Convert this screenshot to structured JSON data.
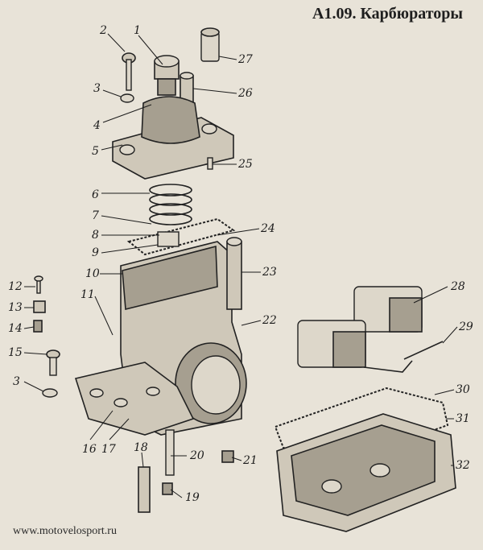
{
  "title": "А1.09. Карбюраторы",
  "footer": "www.motovelosport.ru",
  "callouts": [
    "1",
    "2",
    "3",
    "4",
    "5",
    "6",
    "7",
    "8",
    "9",
    "10",
    "11",
    "12",
    "13",
    "14",
    "15",
    "3",
    "16",
    "17",
    "18",
    "19",
    "20",
    "21",
    "22",
    "23",
    "24",
    "25",
    "26",
    "27",
    "28",
    "29",
    "30",
    "31",
    "32"
  ]
}
